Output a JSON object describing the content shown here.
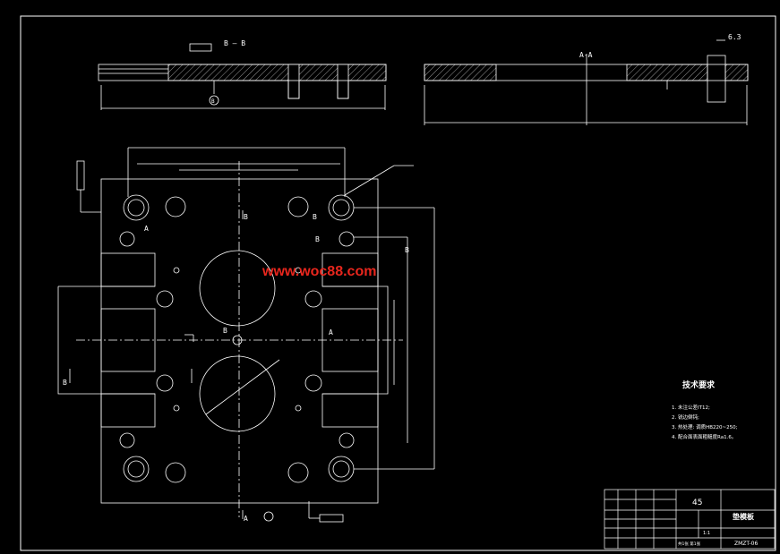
{
  "drawing": {
    "watermark": "www.woc88.com",
    "section_label_bb": "B — B",
    "section_label_aa": "A-A",
    "roughness_top_right": "6.3",
    "material_code": "45",
    "tech_requirements": {
      "title": "技术要求",
      "items": [
        "1. 未注公差IT12;",
        "2. 锐边倒钝;",
        "3. 热处理: 调质HB220~250;",
        "4. 配合面表面粗糙度Ra1.6。"
      ]
    },
    "title_block": {
      "material": "45",
      "part_name": "垫模板",
      "drawing_no": "ZMZT-06",
      "scale": "1:1",
      "sheet": "共1张 第1张"
    },
    "markers": {
      "a": "A",
      "b": "B"
    }
  }
}
